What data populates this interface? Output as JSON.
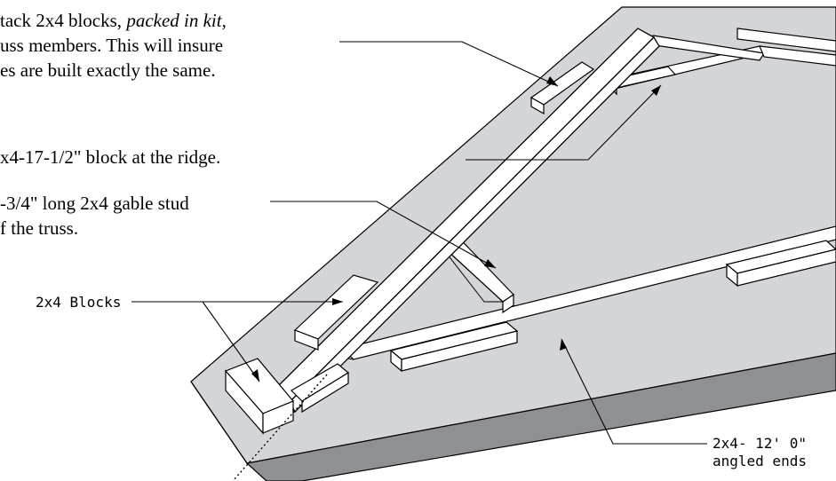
{
  "colors": {
    "surface": "#d4d5d8",
    "surface_edge": "#8e9094",
    "lumber": "#ffffff",
    "ink": "#000000"
  },
  "notes": {
    "note1_line1_a": "tack 2x4  blocks, ",
    "note1_line1_b": "packed in kit",
    "note1_line1_c": ",",
    "note1_line2": "uss members. This will insure",
    "note1_line3": "es are built exactly the same.",
    "note2": "x4-17-1/2\" block at the ridge.",
    "note3_line1": "-3/4\" long 2x4 gable stud",
    "note3_line2": "f the truss."
  },
  "labels": {
    "blocks": "2x4 Blocks",
    "bottom_chord_line1": "2x4- 12'  0\"",
    "bottom_chord_line2": "angled ends"
  }
}
